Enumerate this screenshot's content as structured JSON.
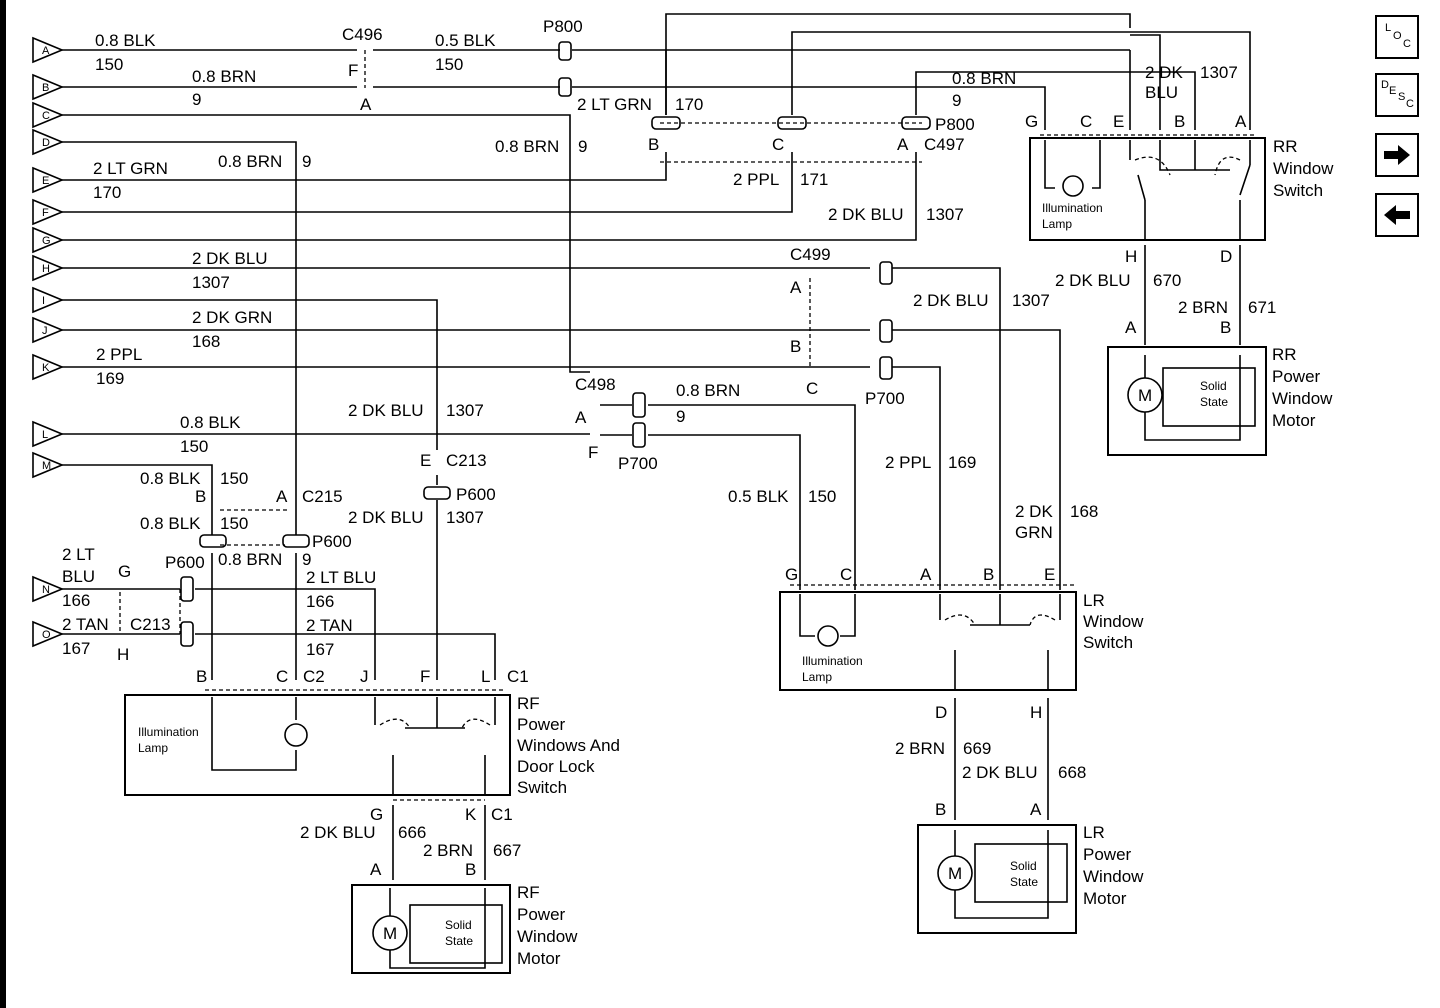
{
  "connectors_left": [
    "A",
    "B",
    "C",
    "D",
    "E",
    "F",
    "G",
    "H",
    "I",
    "J",
    "K",
    "L",
    "M",
    "N",
    "O"
  ],
  "labels": {
    "a_wire": "0.8 BLK",
    "a_circ": "150",
    "b_wire": "0.8 BRN",
    "b_circ": "9",
    "c496": "C496",
    "c496_f": "F",
    "c496_a": "A",
    "mid_blk": "0.5 BLK",
    "mid_blk_c": "150",
    "p800_top": "P800",
    "ltgrn_top": "2 LT GRN",
    "ltgrn_top_c": "170",
    "brn_top": "0.8 BRN",
    "brn_top_c": "9",
    "dkblu_top": "2 DK",
    "dkblu_top2": "BLU",
    "dkblu_top_c": "1307",
    "c_brn": "0.8 BRN",
    "c_brn_c": "9",
    "d_brn": "0.8 BRN",
    "d_brn_c": "9",
    "e_wire": "2 LT GRN",
    "e_circ": "170",
    "p800_b": "B",
    "p800_c": "C",
    "p800_a": "A",
    "p800_r": "P800",
    "c497": "C497",
    "ppl171": "2 PPL",
    "ppl171_c": "171",
    "dkblu1307": "2 DK BLU",
    "dkblu1307_c": "1307",
    "h_wire": "2 DK BLU",
    "h_circ": "1307",
    "c499": "C499",
    "c499_a": "A",
    "c499_b": "B",
    "c499_c": "C",
    "dkblu_mid": "2 DK BLU",
    "dkblu_mid_c": "1307",
    "j_wire": "2 DK GRN",
    "j_circ": "168",
    "k_wire": "2 PPL",
    "k_circ": "169",
    "c498": "C498",
    "c498_a": "A",
    "c498_f": "F",
    "brn9": "0.8 BRN",
    "brn9_c": "9",
    "p700a": "P700",
    "p700b": "P700",
    "dkblu_vert": "2 DK BLU",
    "dkblu_vert_c": "1307",
    "l_wire": "0.8 BLK",
    "l_circ": "150",
    "c213_e": "E",
    "c213": "C213",
    "m_blk": "0.8 BLK",
    "m_blk_c": "150",
    "m_b": "B",
    "c215_a": "A",
    "c215": "C215",
    "p600_r": "P600",
    "dkblu_p600": "2 DK BLU",
    "dkblu_p600_c": "1307",
    "blk150": "0.8 BLK",
    "blk150_c": "150",
    "brn9b": "0.8 BRN",
    "brn9b_c": "9",
    "n_wire1": "2 LT",
    "n_wire2": "BLU",
    "n_circ": "166",
    "n_g": "G",
    "p600_l": "P600",
    "ltblu": "2 LT BLU",
    "ltblu_c": "166",
    "o_wire": "2 TAN",
    "o_circ": "167",
    "o_c213": "C213",
    "o_h": "H",
    "tan": "2 TAN",
    "tan_c": "167",
    "blk_lr": "0.5 BLK",
    "blk_lr_c": "150",
    "ppl169": "2 PPL",
    "ppl169_c": "169",
    "dkgrn1": "2 DK",
    "dkgrn2": "GRN",
    "dkgrn_c": "168",
    "rf_pins": [
      "B",
      "C",
      "C2",
      "J",
      "F",
      "L",
      "C1"
    ],
    "rf_g": "G",
    "rf_k": "K",
    "rf_c1": "C1",
    "rf_w1": "2 DK BLU",
    "rf_w1_c": "666",
    "rf_w2": "2 BRN",
    "rf_w2_c": "667",
    "rf_ma": "A",
    "rf_mb": "B",
    "lr_pins": [
      "G",
      "C",
      "A",
      "B",
      "E"
    ],
    "lr_d": "D",
    "lr_h": "H",
    "lr_w1": "2 BRN",
    "lr_w1_c": "669",
    "lr_w2": "2 DK BLU",
    "lr_w2_c": "668",
    "lr_mb": "B",
    "lr_ma": "A",
    "rr_pins": [
      "G",
      "C",
      "E",
      "B",
      "A"
    ],
    "rr_h": "H",
    "rr_d": "D",
    "rr_w1": "2 DK BLU",
    "rr_w1_c": "670",
    "rr_w2": "2 BRN",
    "rr_w2_c": "671",
    "rr_ma": "A",
    "rr_mb": "B"
  },
  "components": {
    "rr_switch": [
      "RR",
      "Window",
      "Switch"
    ],
    "rr_motor": [
      "RR",
      "Power",
      "Window",
      "Motor"
    ],
    "lr_switch": [
      "LR",
      "Window",
      "Switch"
    ],
    "lr_motor": [
      "LR",
      "Power",
      "Window",
      "Motor"
    ],
    "rf_switch": [
      "RF",
      "Power",
      "Windows And",
      "Door Lock",
      "Switch"
    ],
    "rf_motor": [
      "RF",
      "Power",
      "Window",
      "Motor"
    ],
    "illum1": "Illumination",
    "illum2": "Lamp",
    "solid1": "Solid",
    "solid2": "State",
    "motor": "M"
  },
  "nav": {
    "loc": [
      "L",
      "O",
      "C"
    ],
    "desc": [
      "D",
      "E",
      "S",
      "C"
    ],
    "next_icon": "right-arrow-icon",
    "prev_icon": "left-arrow-icon"
  }
}
